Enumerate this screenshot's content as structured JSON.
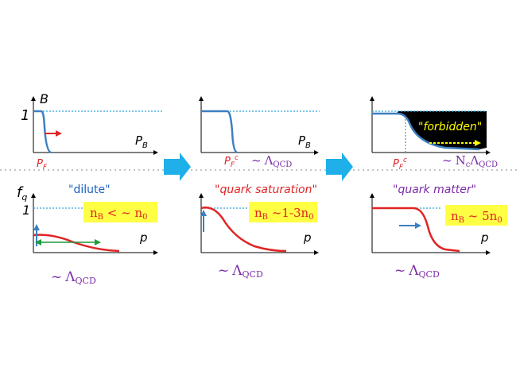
{
  "colors": {
    "curve_blue": "#3d7fc0",
    "curve_red": "#e02424",
    "dotted_line": "#2aa7d8",
    "divider": "#bfc4c8",
    "arrow_panel": "#1fb0ea",
    "label_red": "#e02424",
    "label_blue": "#1a5fc0",
    "label_purple": "#7a2aa8",
    "highlight_box": "#ffff44",
    "forbidden_fill": "#000000",
    "forbidden_text": "#ffff00",
    "arrow_green": "#1c9c3c"
  },
  "top_row": {
    "panel1": {
      "y_label": "B",
      "one_label": "1",
      "x_label": "P",
      "x_sub": "B",
      "below_label": "P",
      "below_sub": "F"
    },
    "panel2": {
      "x_label": "P",
      "x_sub": "B",
      "below_label": "P",
      "below_sub": "F",
      "below_sup": "c",
      "tilde": "~",
      "lambda": "Λ",
      "lambda_sub": "QCD"
    },
    "panel3": {
      "forbidden": "\"forbidden\"",
      "below_label": "P",
      "below_sub": "F",
      "below_sup": "c",
      "tilde": "~",
      "nc": "N",
      "nc_sub": "c",
      "lambda": "Λ",
      "lambda_sub": "QCD"
    }
  },
  "bottom_row": {
    "panel1": {
      "y_label": "f",
      "y_sub": "q",
      "one_label": "1",
      "title": "\"dilute\"",
      "box_text": "n_B < ~ n_0",
      "box_main": "n",
      "box_sub1": "B",
      "box_mid": " < ~ n",
      "box_sub2": "0",
      "x_label": "p",
      "under_tilde": "~",
      "under_lambda": "Λ",
      "under_sub": "QCD"
    },
    "panel2": {
      "title": "\"quark saturation\"",
      "box_main": "n",
      "box_sub1": "B",
      "box_mid": " ~1-3n",
      "box_sub2": "0",
      "x_label": "p",
      "under_tilde": "~",
      "under_lambda": "Λ",
      "under_sub": "QCD"
    },
    "panel3": {
      "title": "\"quark matter\"",
      "box_main": "n",
      "box_sub1": "B",
      "box_mid": " ~ 5n",
      "box_sub2": "0",
      "x_label": "p",
      "under_tilde": "~",
      "under_lambda": "Λ",
      "under_sub": "QCD"
    }
  }
}
